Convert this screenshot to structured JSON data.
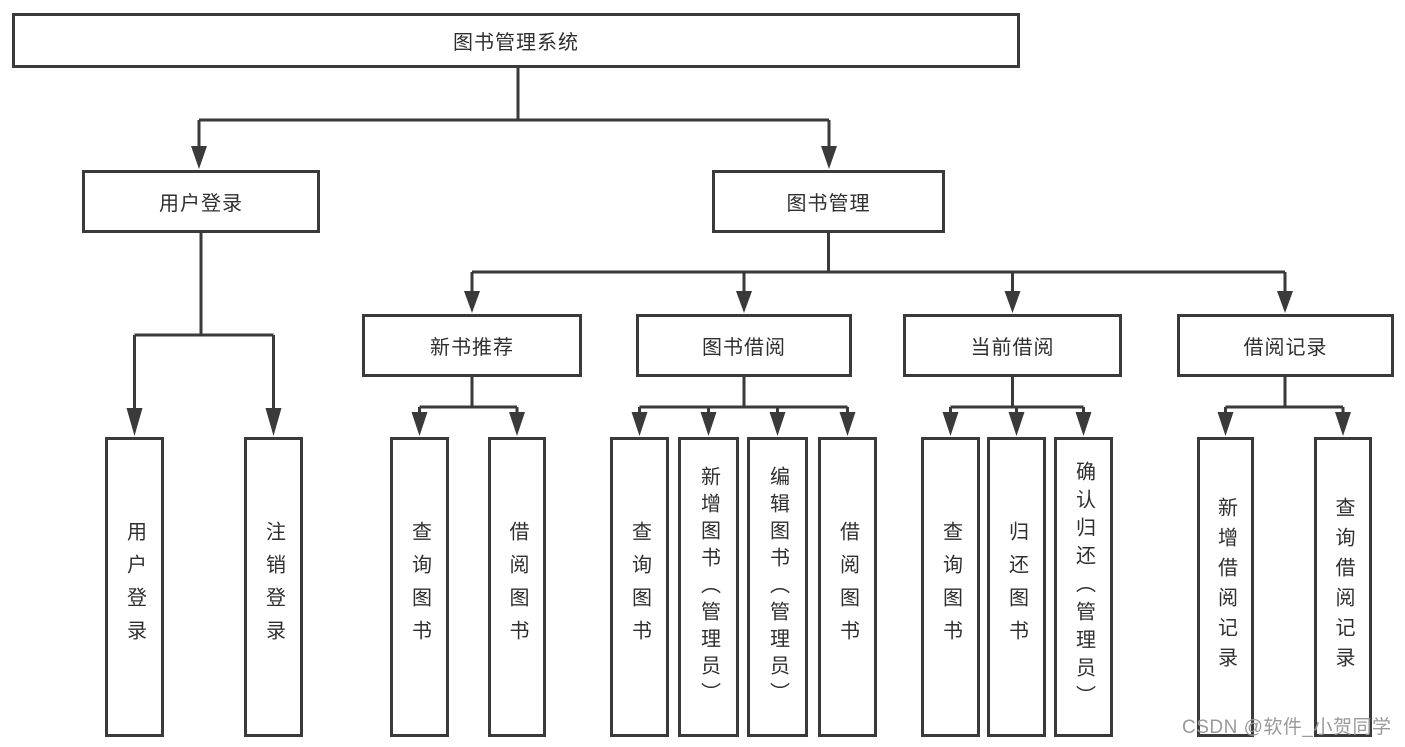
{
  "nodes": {
    "root": "图书管理系统",
    "user_login": "用户登录",
    "book_mgmt": "图书管理",
    "new_book_rec": "新书推荐",
    "book_borrow": "图书借阅",
    "current_borrow": "当前借阅",
    "borrow_record": "借阅记录",
    "leaf_user_login": "用户登录",
    "leaf_logout": "注销登录",
    "leaf_nbr_query": "查询图书",
    "leaf_nbr_borrow": "借阅图书",
    "leaf_bb_query": "查询图书",
    "leaf_bb_add": "新增图书（管理员）",
    "leaf_bb_edit": "编辑图书（管理员）",
    "leaf_bb_borrow": "借阅图书",
    "leaf_cb_query": "查询图书",
    "leaf_cb_return": "归还图书",
    "leaf_cb_confirm": "确认归还（管理员）",
    "leaf_br_add": "新增借阅记录",
    "leaf_br_query": "查询借阅记录"
  },
  "watermark": "CSDN @软件_小贺同学",
  "colors": {
    "line": "#3a3a3a",
    "box_border": "#3a3a3a",
    "box_bg": "#ffffff",
    "text": "#2f2f2f",
    "watermark": "#9a9a9a",
    "page_bg": "#ffffff"
  }
}
